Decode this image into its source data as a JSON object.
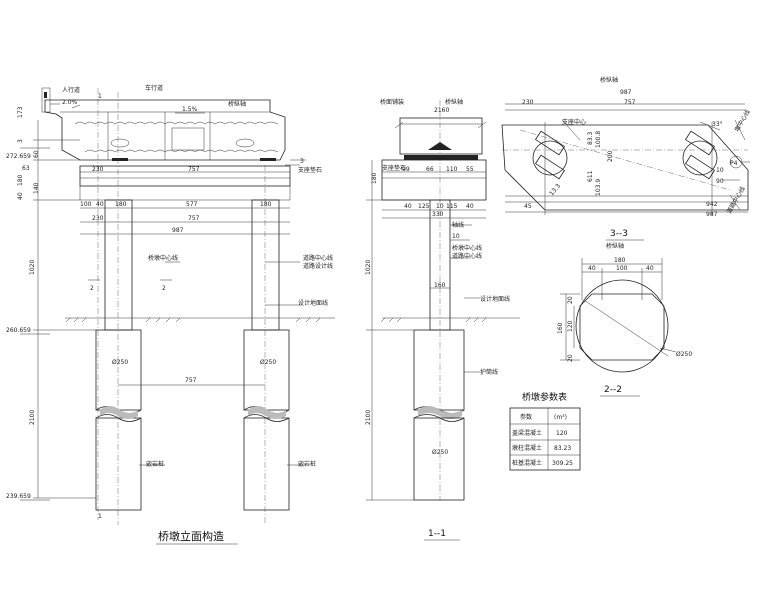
{
  "titles": {
    "elevation": "桥墩立面构造",
    "section_11": "1--1",
    "section_22": "2--2",
    "section_33": "3--3",
    "params": "桥墩参数表"
  },
  "elevation": {
    "sidewalk": "人行道",
    "roadway": "车行道",
    "slope_left": "2.0%",
    "slope_right": "1.5%",
    "bridge_axis": "桥纵轴",
    "bearing_stone": "支座垫石",
    "pier_center": "桥墩中心线",
    "road_design_line": "道路中心线",
    "road_design_line2": "道路设计线",
    "ground_line": "设计地面线",
    "pile_base": "嵌岩桩",
    "pile_base_r": "嵌岩桩",
    "cut_2": "2",
    "cut_2b": "2",
    "cut_3": "3",
    "cut_1_top": "1",
    "cut_1_bot": "1",
    "elev_top": "272.659",
    "elev_ground": "260.659",
    "elev_bottom": "239.659",
    "d_173": "173",
    "d_3": "3",
    "d_60": "60",
    "d_63": "63",
    "d_180": "180",
    "d_140": "140",
    "d_40": "40",
    "d_1020": "1020",
    "d_2100": "2100",
    "d_230": "230",
    "d_757": "757",
    "d_100": "100",
    "d_40b": "40",
    "d_180b": "180",
    "d_577": "577",
    "d_180c": "180",
    "d_230b": "230",
    "d_757b": "757",
    "d_987": "987",
    "pile_d_l": "Ø250",
    "pile_d_r": "Ø250",
    "d_757c": "757"
  },
  "section11": {
    "top_label_l": "桥面铺装",
    "top_label_r": "桥纵轴",
    "d_2160": "2160",
    "bearing": "支座垫石",
    "d_99": "99",
    "d_66": "66",
    "d_110": "110",
    "d_55": "55",
    "d_40": "40",
    "d_125": "125",
    "d_10": "10",
    "d_115": "115",
    "d_40b": "40",
    "d_330": "330",
    "axis": "轴线",
    "d_10b": "10",
    "pier_center": "桥墩中心线",
    "road_center": "道路中心线",
    "d_160": "160",
    "ground": "设计地面线",
    "casing": "护筒线",
    "d_180": "180",
    "d_1020": "1020",
    "d_2100": "2100",
    "pile_d": "Ø250"
  },
  "section33": {
    "axis_label": "桥纵轴",
    "d_987": "987",
    "d_230": "230",
    "d_757": "757",
    "bearing_center": "支座中心",
    "angle": "33°",
    "d_10": "10",
    "d_108": "100.8",
    "d_833": "83.3",
    "d_200": "200",
    "d_1039": "103.9",
    "d_611": "611",
    "d_942": "942",
    "d_987b": "987",
    "d_45": "45",
    "d_133": "13.3",
    "d_90": "90",
    "p4": "P4",
    "right_label": "道路中心线",
    "right_label2": "墩中心线"
  },
  "section22": {
    "axis": "桥纵轴",
    "d_180": "180",
    "d_40": "40",
    "d_100": "100",
    "d_40b": "40",
    "d_160": "160",
    "d_120": "120",
    "d_20": "20",
    "d_20b": "20",
    "dia": "Ø250"
  },
  "table": {
    "header": [
      "参数",
      "(m³)"
    ],
    "rows": [
      [
        "盖梁混凝土",
        "120"
      ],
      [
        "墩柱混凝土",
        "83.23"
      ],
      [
        "桩基混凝土",
        "309.25"
      ]
    ]
  }
}
